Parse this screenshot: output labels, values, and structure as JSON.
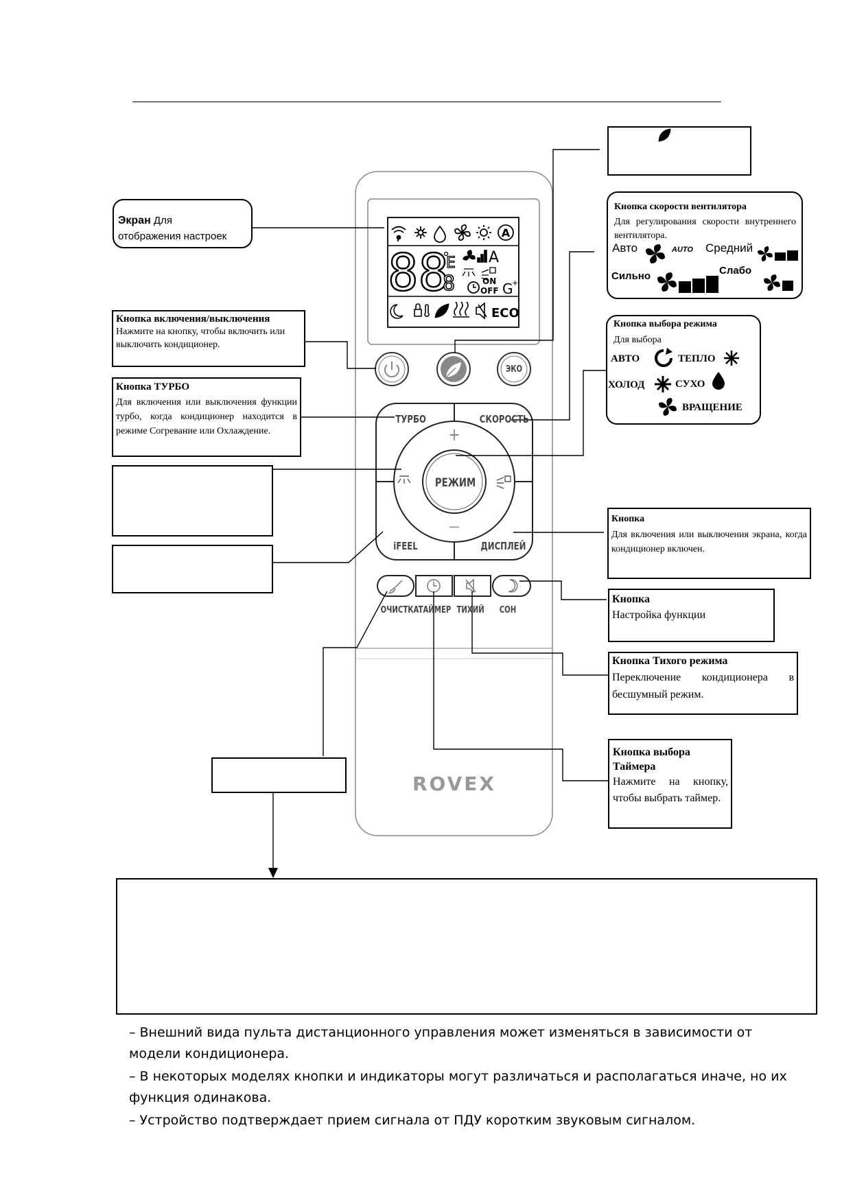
{
  "remote": {
    "brand": "ROVEX",
    "buttons": {
      "turbo": "ТУРБО",
      "speed": "СКОРОСТЬ",
      "mode": "РЕЖИМ",
      "ifeel": "iFEEL",
      "display": "ДИСПЛЕЙ",
      "eco": "ЭКО",
      "plus": "+",
      "minus": "—"
    },
    "bottom_labels": [
      "ОЧИСТКА",
      "ТАЙМЕР",
      "ТИХИЙ",
      "СОН"
    ],
    "lcd": {
      "digits": "88",
      "digit_small": "8",
      "letter_e": "E",
      "fan_auto": "A",
      "on": "ON",
      "off": "OFF",
      "g": "G",
      "eco": "ECO"
    }
  },
  "callouts": {
    "screen": {
      "title": "Экран",
      "text_inline": "Для",
      "text": "отображения настроек"
    },
    "power": {
      "title": "Кнопка включения/выключения",
      "text": "Нажмите на кнопку, чтобы включить или выключить кондиционер."
    },
    "turbo": {
      "title": "Кнопка ТУРБО",
      "text": "Для включения или выключения функции турбо, когда кондиционер находится в режиме Согревание или Охлаждение."
    },
    "fan_speed": {
      "title": "Кнопка скорости вентилятора",
      "text": "Для регулирования скорости внутреннего вентилятора.",
      "auto": "Авто",
      "auto_badge": "AUTO",
      "medium": "Средний",
      "strong": "Сильно",
      "weak": "Слабо"
    },
    "mode_select": {
      "title": "Кнопка выбора режима",
      "text": "Для выбора",
      "auto": "АВТО",
      "heat": "ТЕПЛО",
      "cool": "ХОЛОД",
      "dry": "СУХО",
      "fan": "ВРАЩЕНИЕ"
    },
    "display": {
      "title": "Кнопка",
      "text": "Для включения или выключения экрана, когда кондиционер включен."
    },
    "sleep": {
      "title": "Кнопка",
      "text": "Настройка функции"
    },
    "quiet": {
      "title": "Кнопка Тихого режима",
      "text": "Переключение кондиционера в бесшумный режим."
    },
    "timer": {
      "title": "Кнопка выбора Таймера",
      "text": "Нажмите на кнопку, чтобы выбрать таймер."
    }
  },
  "notes": [
    "Внешний вида пульта дистанционного управления может изменяться в зависимости от модели кондиционера.",
    "В некоторых моделях кнопки и индикаторы могут различаться и располагаться иначе, но их функция одинакова.",
    "Устройство подтверждает прием сигнала от ПДУ коротким звуковым сигналом."
  ],
  "note_dash": "–"
}
